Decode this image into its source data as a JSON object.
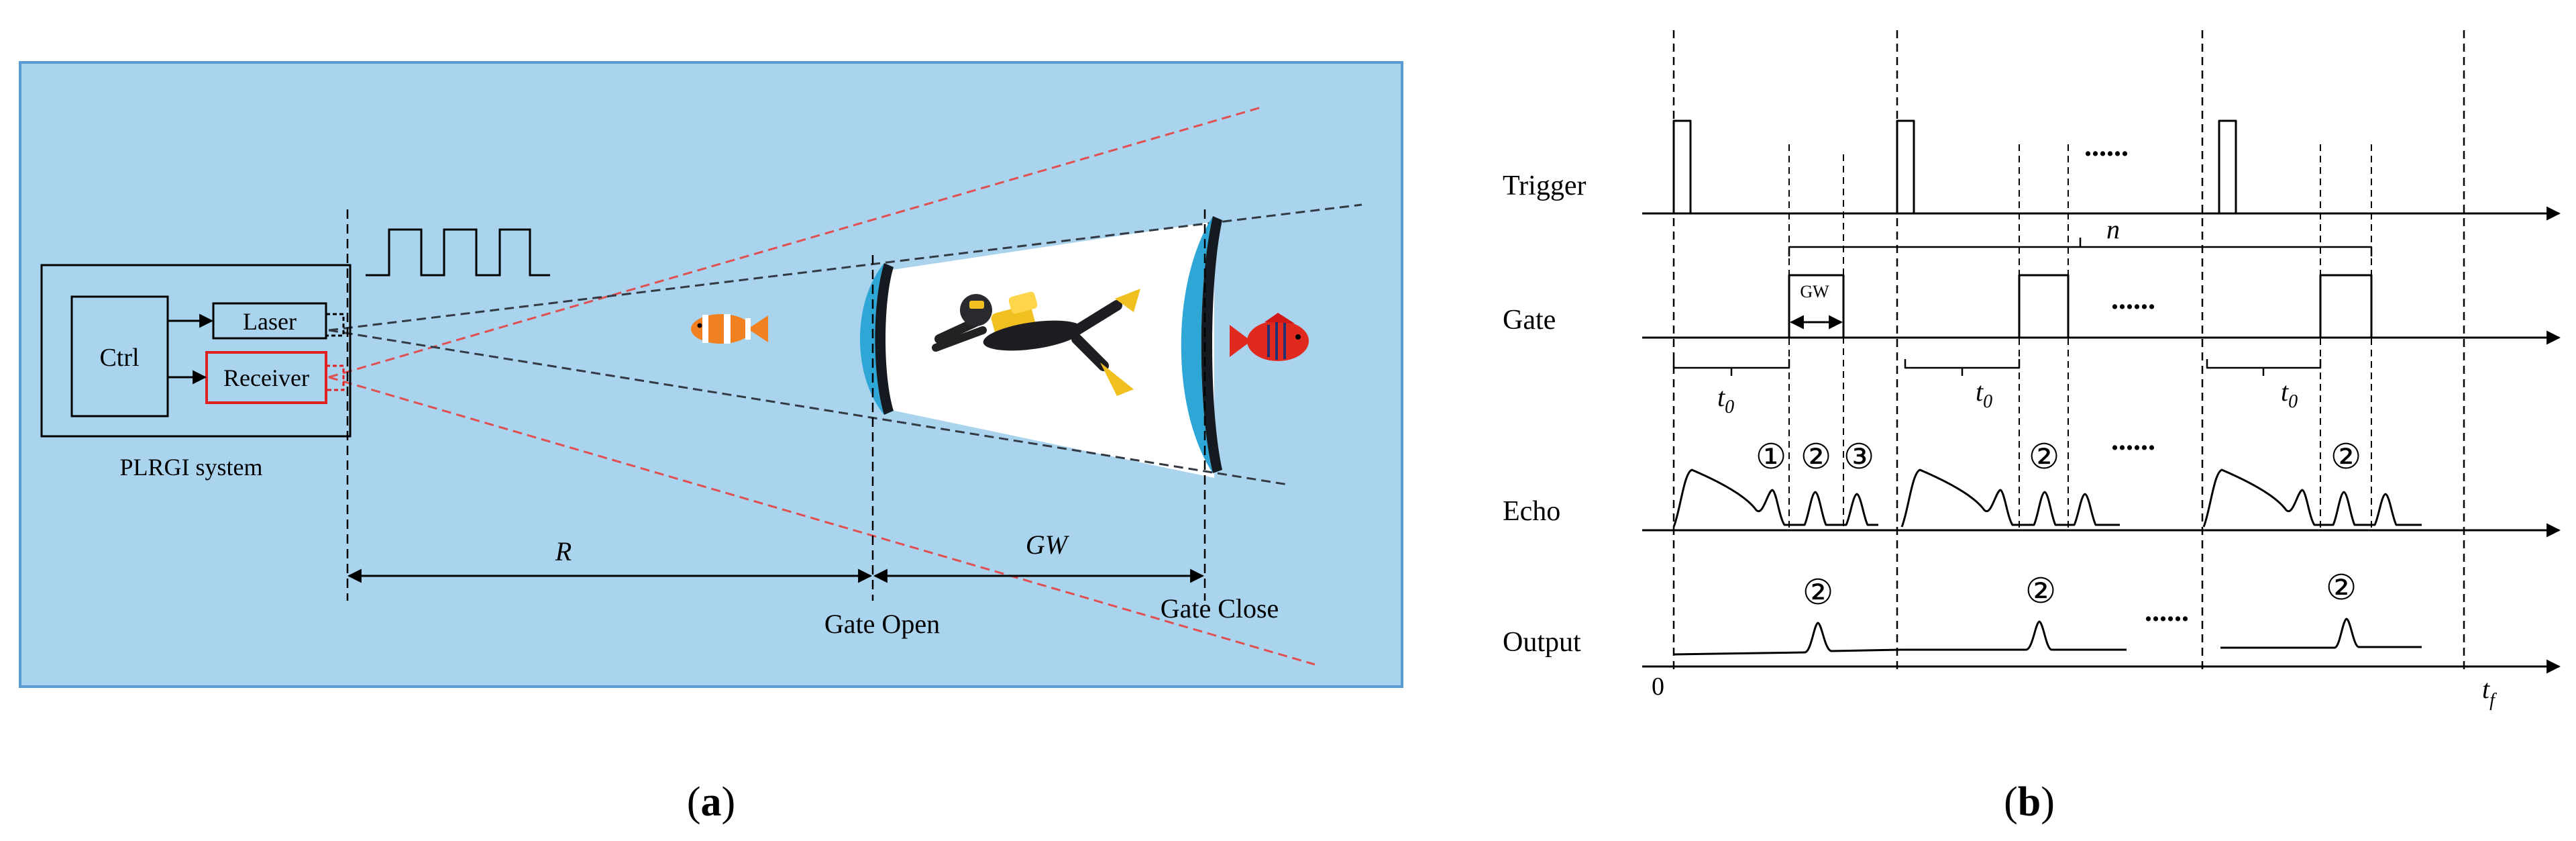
{
  "panel_a": {
    "caption_open": "(",
    "caption_letter": "a",
    "caption_close": ")",
    "system": {
      "ctrl": "Ctrl",
      "laser": "Laser",
      "receiver": "Receiver",
      "label": "PLRGI system"
    },
    "distances": {
      "range": "R",
      "gate_width": "GW"
    },
    "gate_open": "Gate Open",
    "gate_close": "Gate Close",
    "colors": {
      "water": "#aad3ee",
      "water_border": "#5b9bd5",
      "fov_red": "#e05050",
      "beam_dark": "#333a44",
      "receiver_box": "#e02020",
      "gate_lens": "#2ea7d6"
    }
  },
  "panel_b": {
    "caption_open": "(",
    "caption_letter": "b",
    "caption_close": ")",
    "rows": {
      "trigger": "Trigger",
      "gate": "Gate",
      "echo": "Echo",
      "output": "Output"
    },
    "ellipsis": "......",
    "n_label": "n",
    "gw_label": "GW",
    "t0": "t",
    "t0_sub": "0",
    "tf": "t",
    "tf_sub": "f",
    "origin": "0",
    "markers": {
      "m1": "①",
      "m2": "②",
      "m3": "③"
    }
  }
}
